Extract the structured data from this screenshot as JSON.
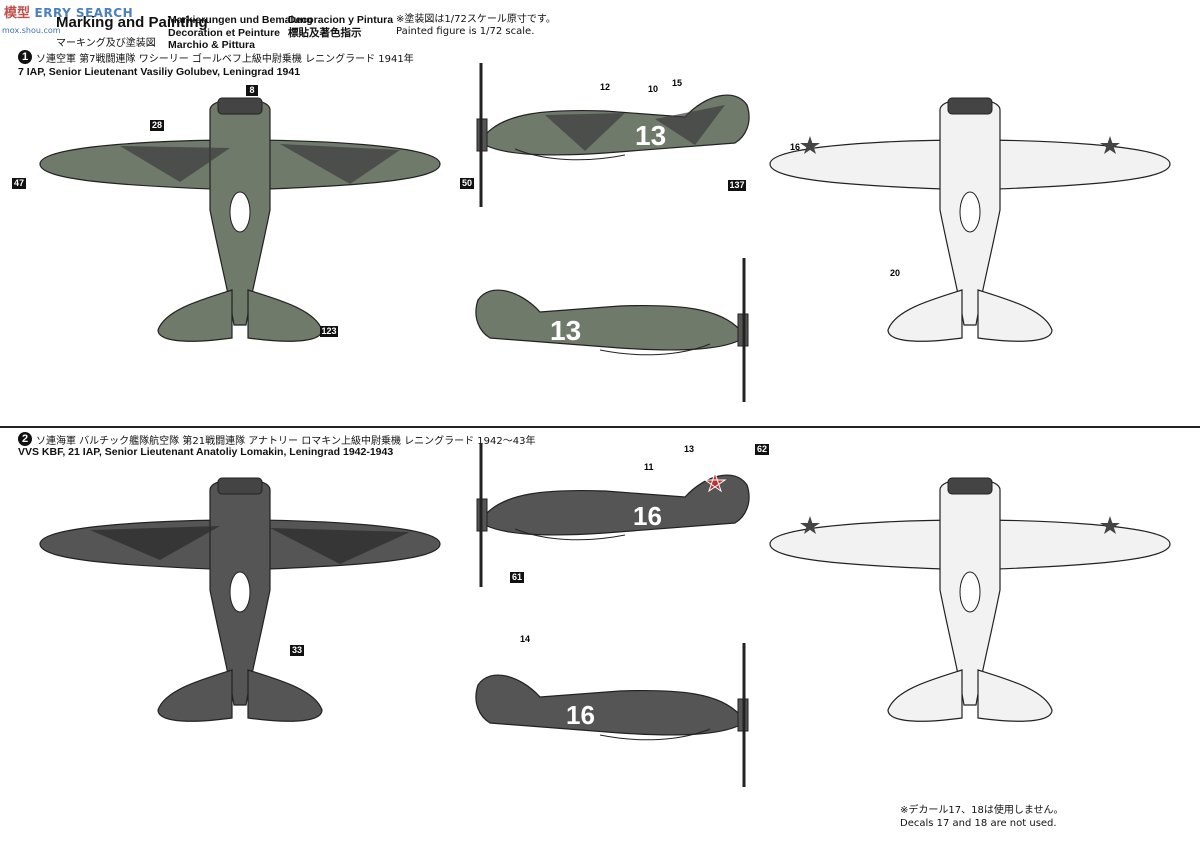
{
  "watermark": {
    "site": "模型",
    "tag": "ERRY SEARCH",
    "url": "mox.shou.com"
  },
  "header": {
    "title": "Marking and Painting",
    "title_jp": "マーキング及び塗装図",
    "multilang": [
      "Markierungen und Bemalung",
      "Decoration et Peinture",
      "Marchio & Pittura"
    ],
    "multilang2": [
      "Decoracion y Pintura",
      "標貼及著色指示"
    ],
    "scale_jp": "※塗装図は1/72スケール原寸です。",
    "scale_en": "Painted figure is 1/72 scale."
  },
  "schemes": [
    {
      "number": "1",
      "title_jp": "ソ連空軍 第7戦闘連隊 ワシーリー ゴールベフ上級中尉乗機 レニングラード 1941年",
      "title_en": "7 IAP, Senior Lieutenant Vasiliy Golubev, Leningrad 1941",
      "aircraft_number": "13"
    },
    {
      "number": "2",
      "title_jp": "ソ連海軍 バルチック艦隊航空隊 第21戦闘連隊 アナトリー ロマキン上級中尉乗機 レニングラード 1942〜43年",
      "title_en": "VVS KBF, 21 IAP, Senior Lieutenant Anatoliy Lomakin, Leningrad 1942-1943",
      "aircraft_number": "16"
    }
  ],
  "callouts": [
    "8",
    "12",
    "15",
    "10",
    "13",
    "11",
    "14",
    "16",
    "20",
    "28",
    "33",
    "47",
    "50",
    "61",
    "62",
    "123",
    "137"
  ],
  "footer": {
    "note_jp": "※デカール17、18は使用しません。",
    "note_en": "Decals 17 and 18 are not used."
  },
  "colors": {
    "green": "#6f7a6b",
    "dark": "#3c3c3c",
    "light": "#f2f2f2",
    "line": "#222222"
  }
}
